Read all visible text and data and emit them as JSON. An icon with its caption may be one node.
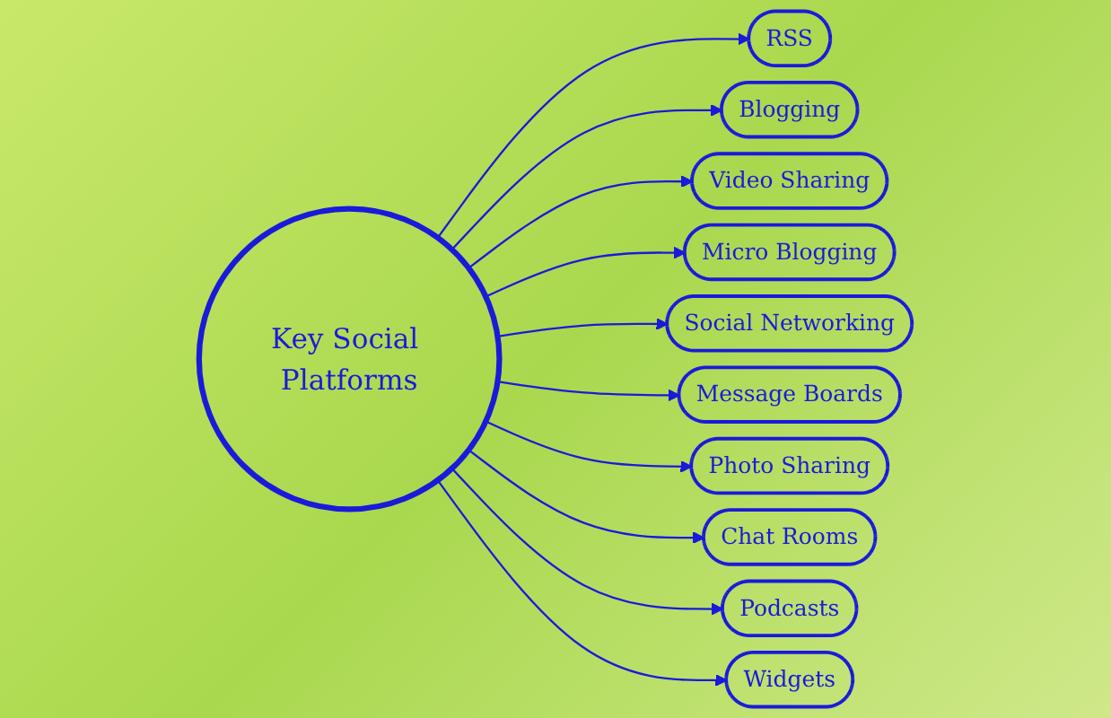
{
  "diagram": {
    "nodes": [
      {
        "text": [
          "Key Social Platforms"
        ]
      },
      {
        "text": [
          "Blogging"
        ]
      },
      {
        "text": [
          "Video Sharing"
        ]
      },
      {
        "text": [
          "RSS"
        ]
      },
      {
        "text": [
          "Micro Blogging"
        ]
      },
      {
        "text": [
          "Social Networking"
        ]
      },
      {
        "text": [
          "Message Boards"
        ]
      },
      {
        "text": [
          "Photo Sharing"
        ]
      },
      {
        "text": [
          "Widgets"
        ]
      },
      {
        "text": [
          "Chat Rooms"
        ]
      },
      {
        "text": [
          "Podcasts"
        ]
      }
    ],
    "edges": [
      {
        "from": 0,
        "to": 3,
        "arrow": "to"
      },
      {
        "from": 0,
        "to": 1,
        "arrow": "to"
      },
      {
        "from": 0,
        "to": 2,
        "arrow": "to"
      },
      {
        "from": 0,
        "to": 4,
        "arrow": "to"
      },
      {
        "from": 0,
        "to": 5,
        "arrow": "to"
      },
      {
        "from": 0,
        "to": 6,
        "arrow": "to"
      },
      {
        "from": 0,
        "to": 7,
        "arrow": "to"
      },
      {
        "from": 0,
        "to": 9,
        "arrow": "to"
      },
      {
        "from": 0,
        "to": 10,
        "arrow": "to"
      },
      {
        "from": 0,
        "to": 8,
        "arrow": "to"
      }
    ]
  }
}
